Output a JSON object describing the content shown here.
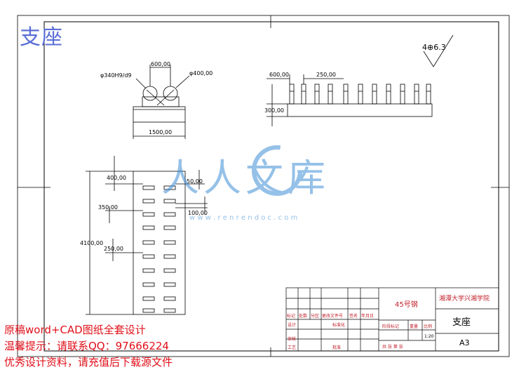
{
  "sheet": {
    "title": "支座",
    "roughness": "4⊕6.3"
  },
  "front_view": {
    "label_left": "φ340H9/d9",
    "label_right": "φ400,00",
    "dim_top": "600,00",
    "dim_bottom": "1500,00"
  },
  "side_view": {
    "dim_offset": "600,00",
    "dim_pitch": "250,00",
    "dim_height": "300,00"
  },
  "top_view": {
    "dim_total": "4100,00",
    "dim_a": "400,00",
    "dim_b": "350,00",
    "dim_c": "250,00",
    "dim_d": "50,00",
    "dim_e": "100,00"
  },
  "title_block": {
    "material": "45号钢",
    "school": "湘潭大学兴湘学院",
    "part_name": "支座",
    "paper_size": "A3",
    "scale": "1:20",
    "row_marks": [
      "标记",
      "处数",
      "分区",
      "更改文件号",
      "签名",
      "年月日"
    ],
    "row_roles": [
      "设计",
      "标准化",
      "审核",
      "工艺",
      "批准"
    ],
    "stage_label": "阶段标记",
    "weight_label": "重量",
    "ratio_label": "比例",
    "sheets": "共  张 第  张"
  },
  "watermark": {
    "text": "人人文库",
    "url": "w w w . r e n r e n d o c . c o m",
    "color": "#3f8fd6"
  },
  "promo": {
    "line1": "原稿word+CAD图纸全套设计",
    "line2": "温馨提示：请联系QQ：97666224",
    "line3": "优秀设计资料，请充值后下载源文件",
    "color": "#e0101a"
  }
}
